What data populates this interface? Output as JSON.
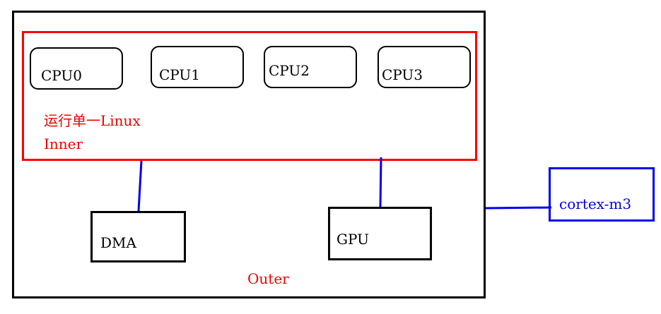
{
  "diagram": {
    "outer": {
      "label": "Outer"
    },
    "inner": {
      "line1": "运行单一Linux",
      "line2": "Inner"
    },
    "cpus": [
      "CPU0",
      "CPU1",
      "CPU2",
      "CPU3"
    ],
    "dma": {
      "label": "DMA"
    },
    "gpu": {
      "label": "GPU"
    },
    "external": {
      "label": "cortex-m3"
    },
    "colors": {
      "outline": "#000000",
      "inner_border": "#ff0000",
      "connector": "#0000ee",
      "red_text": "#ee0000",
      "blue_text": "#0000dd"
    }
  }
}
